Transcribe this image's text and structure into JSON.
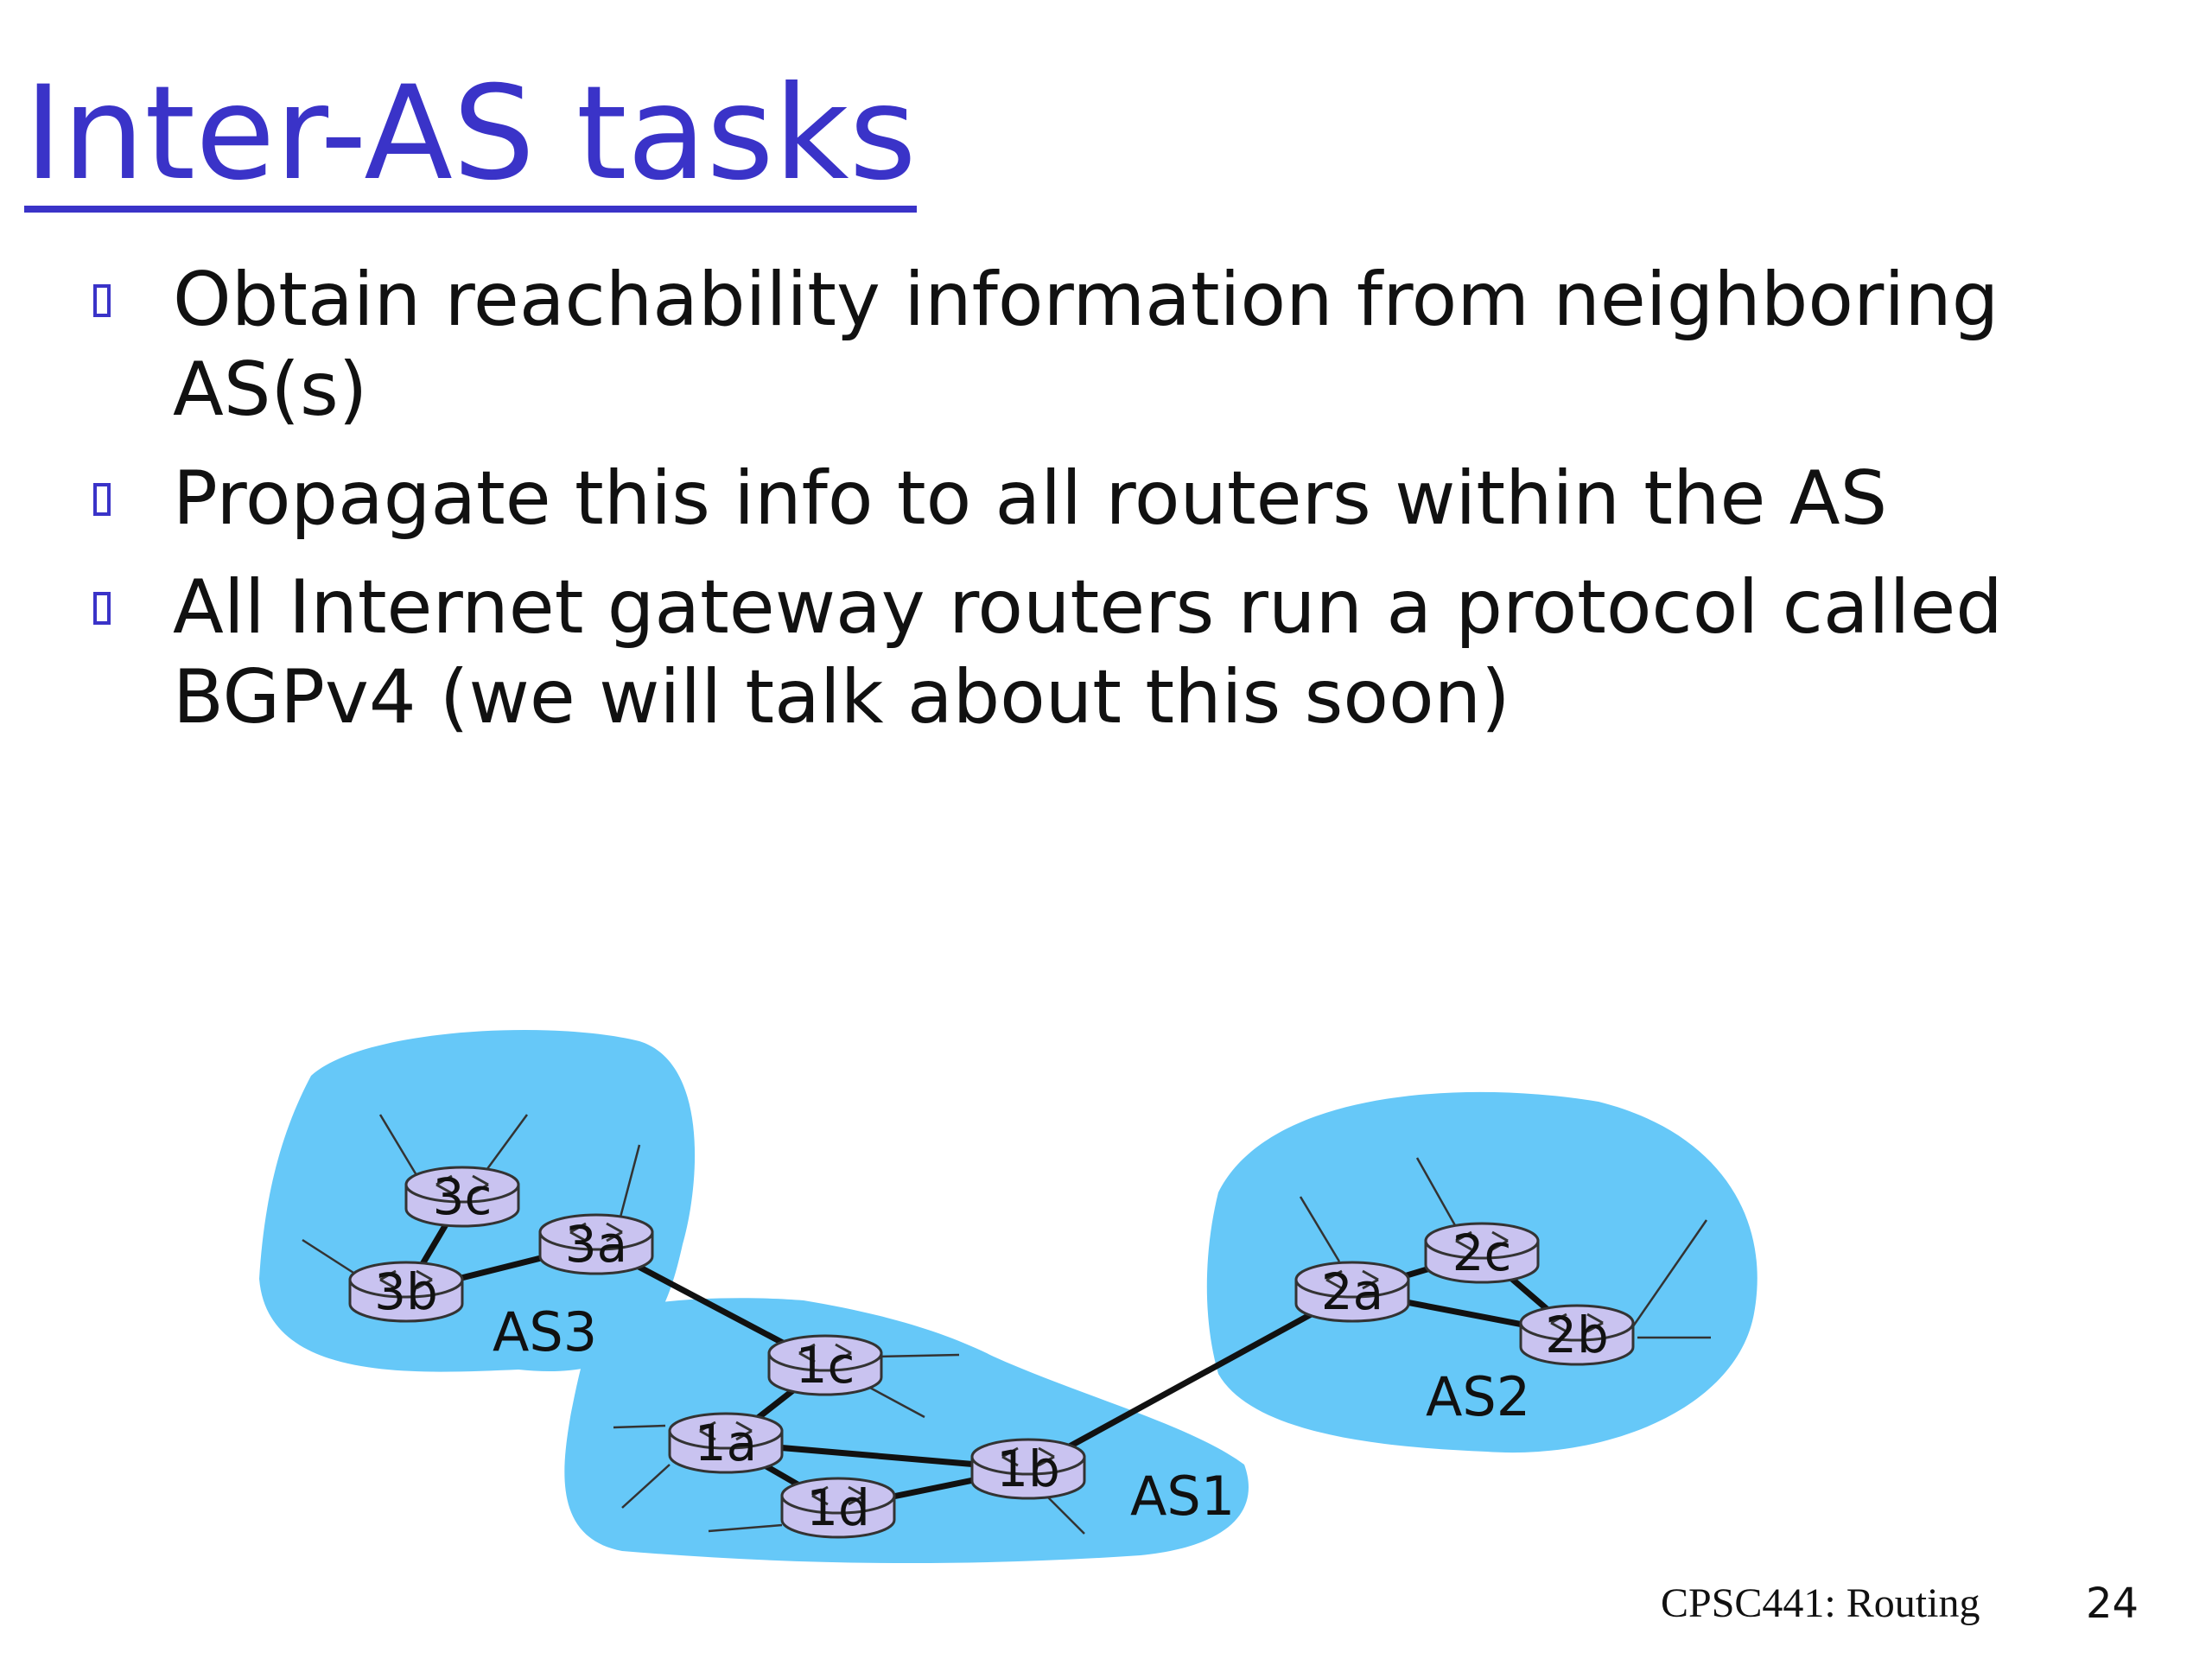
{
  "slide": {
    "title": "Inter-AS tasks",
    "bullets": [
      {
        "line1": "Obtain reachability information from neighboring",
        "line2": "AS(s)"
      },
      {
        "line1": "Propagate this info to all routers within the AS",
        "line2": ""
      },
      {
        "line1": "All Internet gateway routers run a protocol called",
        "line2": "BGPv4 (we will talk about this soon)"
      }
    ],
    "footer": {
      "course": "CPSC441: Routing",
      "page": "24"
    }
  },
  "diagram": {
    "as_fill": "#66c8f8",
    "router_fill": "#c9c3f0",
    "title_color": "#3a33c8",
    "autonomous_systems": [
      "AS3",
      "AS1",
      "AS2"
    ],
    "routers": [
      "3c",
      "3b",
      "3a",
      "1c",
      "1a",
      "1d",
      "1b",
      "2a",
      "2c",
      "2b"
    ]
  }
}
